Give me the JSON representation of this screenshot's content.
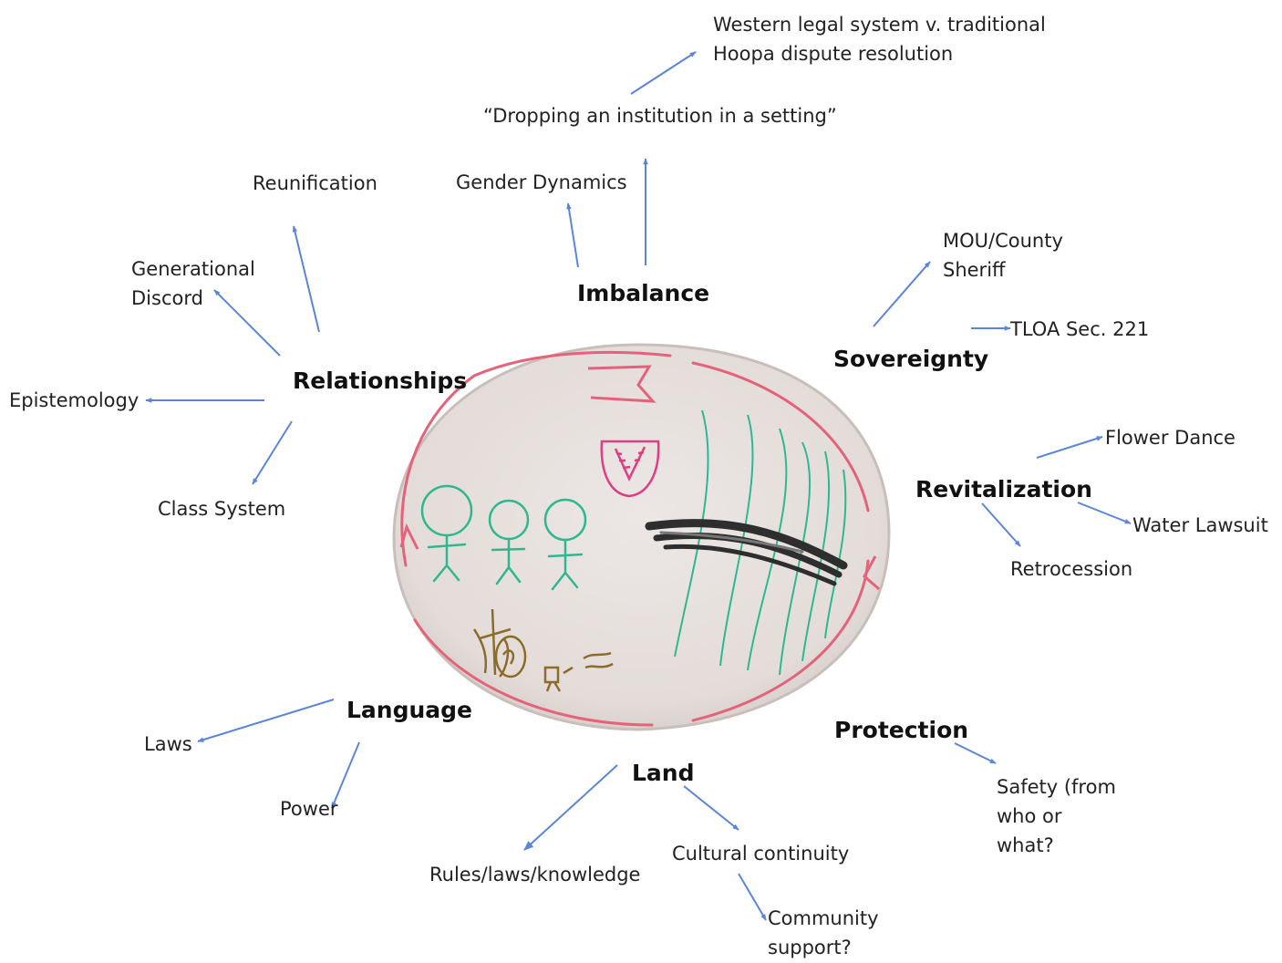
{
  "colors": {
    "arrow": "#5b86d6",
    "board_fill": "#e7e1df",
    "board_edge": "#c7bcb6",
    "loop": "#e5637a",
    "teal": "#2fb890",
    "magenta": "#dd3f82",
    "olive": "#8c6c2a",
    "smudge": "#2e2e2e"
  },
  "hubs": {
    "imbalance": "Imbalance",
    "relationships": "Relationships",
    "sovereignty": "Sovereignty",
    "revitalization": "Revitalization",
    "language": "Language",
    "land": "Land",
    "protection": "Protection"
  },
  "imbalance": {
    "gender": "Gender Dynamics",
    "quote": "“Dropping an institution in a setting”",
    "western_1": "Western legal system v. traditional",
    "western_2": "Hoopa dispute resolution"
  },
  "relationships": {
    "reunification": "Reunification",
    "generational_1": "Generational",
    "generational_2": "Discord",
    "epistemology": "Epistemology",
    "class_system": "Class System"
  },
  "sovereignty": {
    "mou_1": "MOU/County",
    "mou_2": "Sheriff",
    "tloa": "TLOA Sec. 221"
  },
  "revitalization": {
    "flower": "Flower Dance",
    "water": "Water Lawsuit",
    "retro": "Retrocession"
  },
  "language": {
    "laws": "Laws",
    "power": "Power"
  },
  "land": {
    "rules": "Rules/laws/knowledge",
    "cultural": "Cultural continuity",
    "community_1": "Community",
    "community_2": "support?"
  },
  "protection": {
    "safety_1": "Safety (from",
    "safety_2": "who or",
    "safety_3": "what?"
  }
}
